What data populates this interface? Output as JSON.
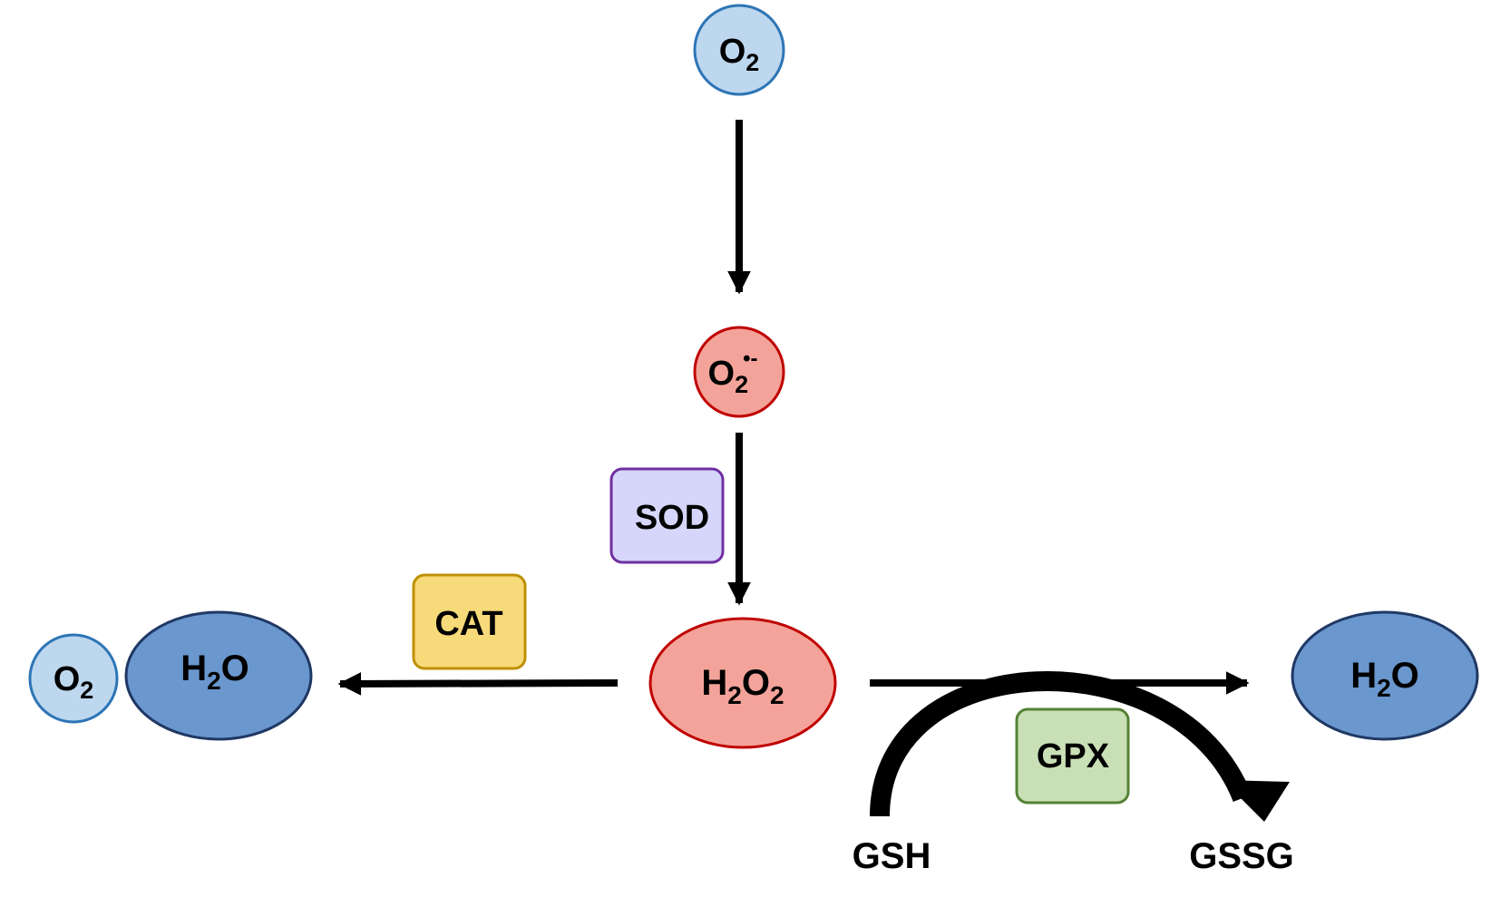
{
  "colors": {
    "o2_fill": "#BDD7EE",
    "o2_stroke": "#2E75B6",
    "superoxide_fill": "#F4A39A",
    "superoxide_stroke": "#C00000",
    "water_fill": "#6A97CE",
    "water_stroke": "#1F3864",
    "sod_fill": "#D6D6FB",
    "sod_stroke": "#7030A0",
    "cat_fill": "#F7DA79",
    "cat_stroke": "#BF9000",
    "gpx_fill": "#C9E0B6",
    "gpx_stroke": "#548235",
    "arrow": "#000000"
  },
  "species": {
    "o2_top": {
      "base": "O",
      "sub": "2"
    },
    "superoxide": {
      "base": "O",
      "sub": "2",
      "sup": "•-"
    },
    "h2o2": {
      "a": "H",
      "a_sub": "2",
      "b": "O",
      "b_sub": "2"
    },
    "h2o_left": {
      "a": "H",
      "a_sub": "2",
      "b": "O"
    },
    "o2_left": {
      "base": "O",
      "sub": "2"
    },
    "h2o_right": {
      "a": "H",
      "a_sub": "2",
      "b": "O"
    }
  },
  "enzymes": {
    "sod": "SOD",
    "cat": "CAT",
    "gpx": "GPX"
  },
  "cofactors": {
    "gsh": "GSH",
    "gssg": "GSSG"
  }
}
